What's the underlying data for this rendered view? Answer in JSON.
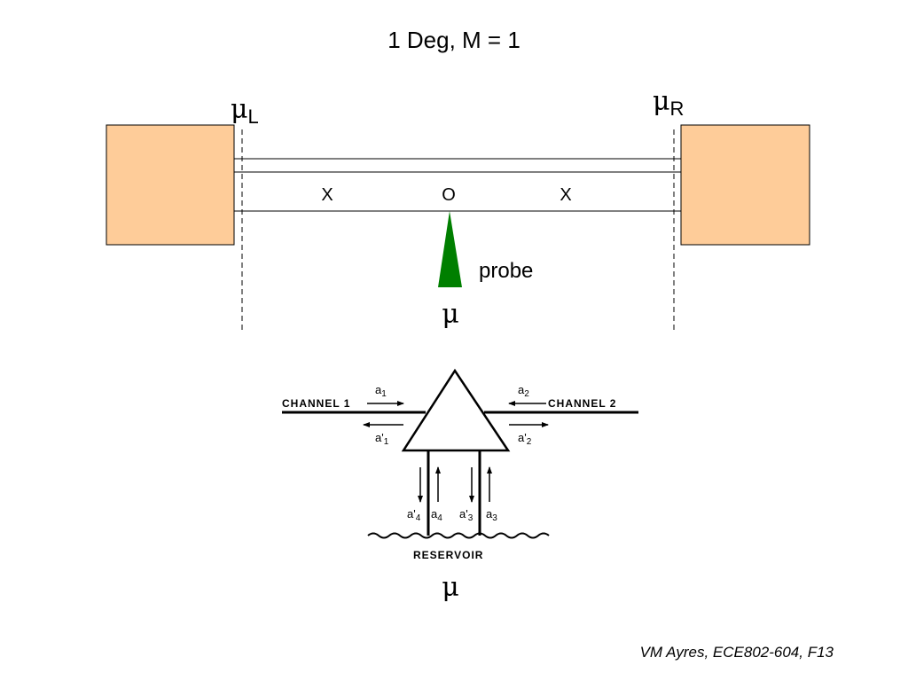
{
  "title": "1 Deg, M = 1",
  "footer": "VM Ayres, ECE802-604, F13",
  "top_diagram": {
    "mu_symbol": "μ",
    "left_sub": "L",
    "right_sub": "R",
    "marker_left": "X",
    "marker_center": "O",
    "marker_right": "X",
    "probe_label": "probe",
    "probe_mu": "μ",
    "colors": {
      "contact": "#fecc99",
      "probe": "#007f00"
    }
  },
  "bottom_diagram": {
    "channel_1": "CHANNEL 1",
    "channel_2": "CHANNEL 2",
    "reservoir": "RESERVOIR",
    "a1": "a",
    "a1_sub": "1",
    "a1p": "a'",
    "a1p_sub": "1",
    "a2": "a",
    "a2_sub": "2",
    "a2p": "a'",
    "a2p_sub": "2",
    "a3": "a",
    "a3_sub": "3",
    "a3p": "a'",
    "a3p_sub": "3",
    "a4": "a",
    "a4_sub": "4",
    "a4p": "a'",
    "a4p_sub": "4",
    "reservoir_mu": "μ"
  }
}
